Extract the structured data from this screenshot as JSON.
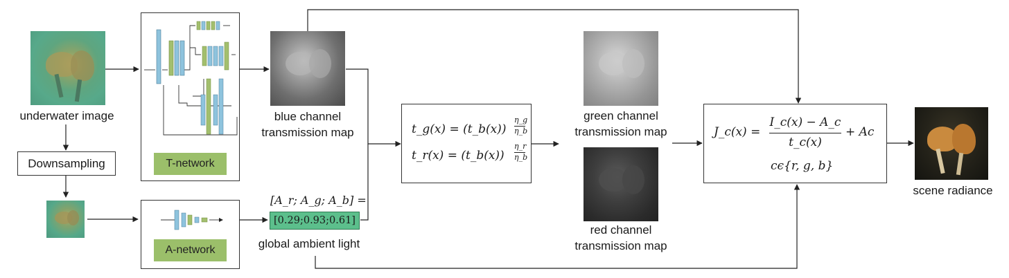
{
  "labels": {
    "underwater_image": "underwater image",
    "downsampling": "Downsampling",
    "t_network": "T-network",
    "a_network": "A-network",
    "blue_map_line1": "blue channel",
    "blue_map_line2": "transmission map",
    "green_map_line1": "green channel",
    "green_map_line2": "transmission map",
    "red_map_line1": "red channel",
    "red_map_line2": "transmission map",
    "global_ambient_light": "global ambient light",
    "scene_radiance": "scene radiance"
  },
  "ambient": {
    "expression": "[A_r; A_g; A_b] =",
    "values": "[0.29;0.93;0.61]"
  },
  "equations": {
    "tg_lhs": "t_g(x) = (t_b(x))",
    "tg_exp_num": "η_g",
    "tg_exp_den": "η_b",
    "tr_lhs": "t_r(x) = (t_b(x))",
    "tr_exp_num": "η_r",
    "tr_exp_den": "η_b",
    "jc_lhs": "J_c(x) =",
    "jc_num": "I_c(x) − A_c",
    "jc_den": "t_c(x)",
    "jc_tail": "+ Ac",
    "jc_domain": "cϵ{r, g, b}"
  },
  "colors": {
    "network_label_bg": "#9bbf6a",
    "ambient_value_bg": "#5cbf8c",
    "layer_blue": "#8ec3dd",
    "layer_green": "#a3bf6e"
  }
}
